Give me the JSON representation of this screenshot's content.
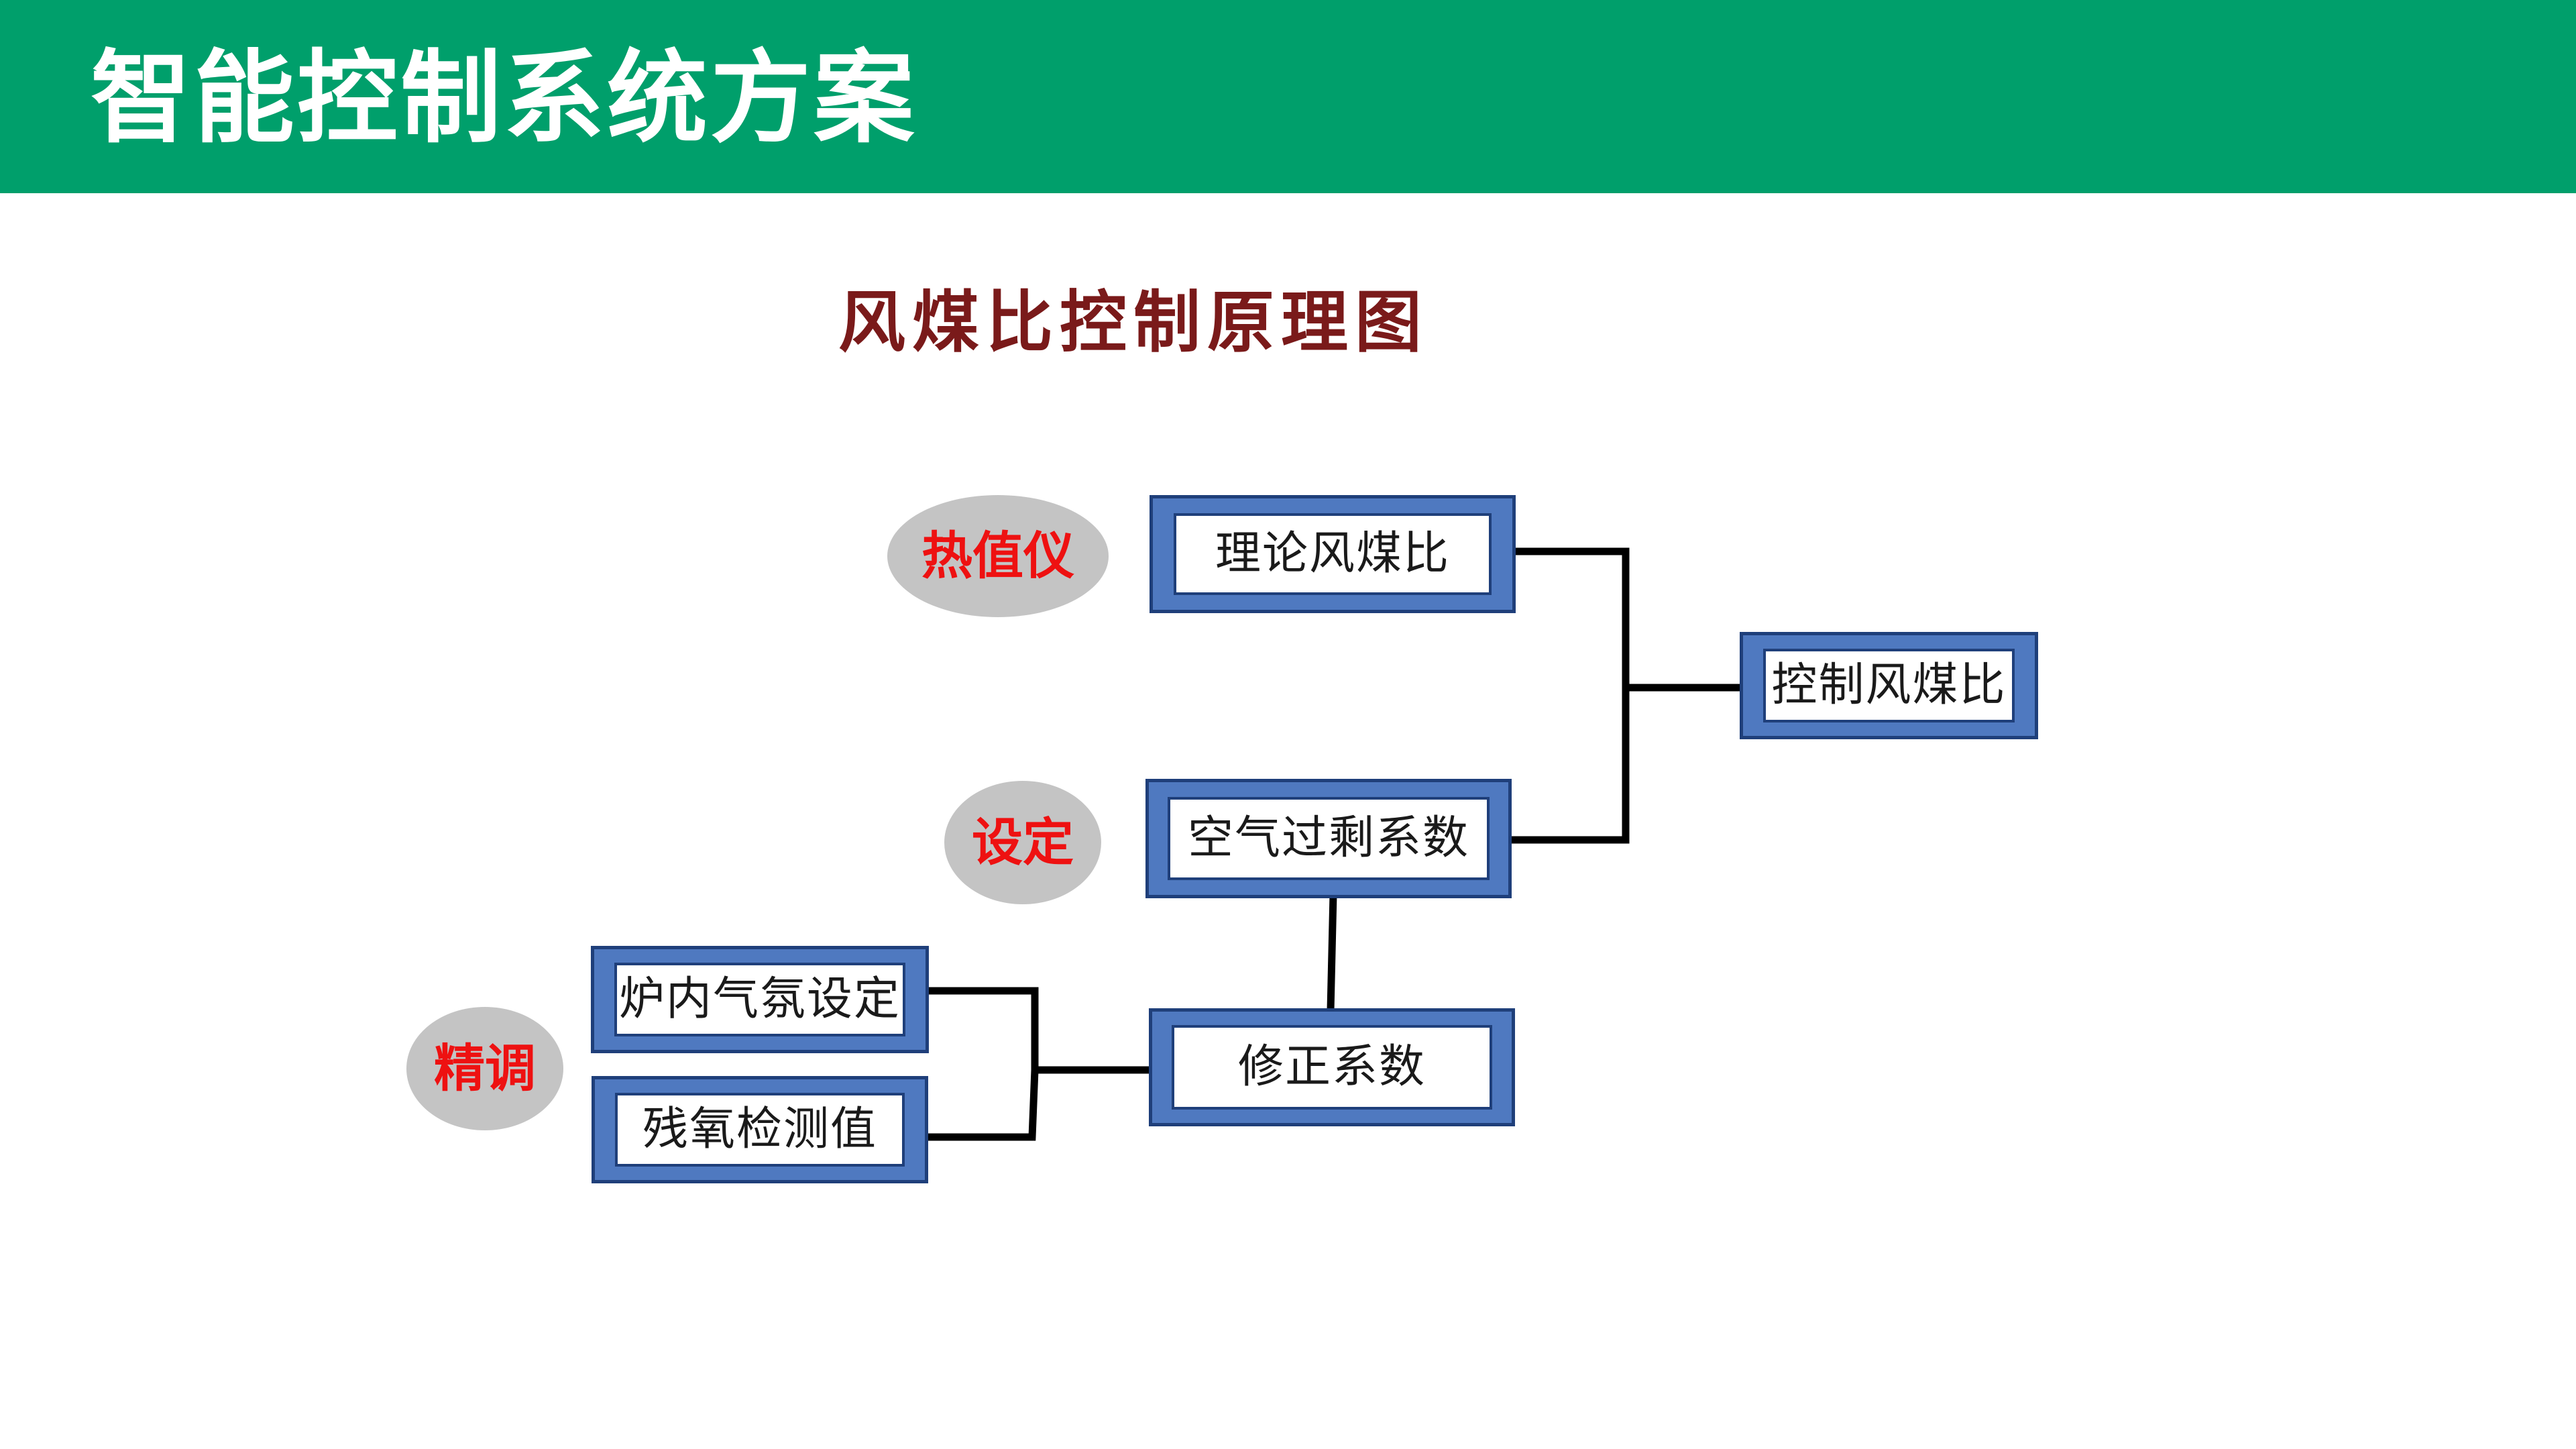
{
  "header": {
    "title": "智能控制系统方案"
  },
  "diagram": {
    "title": "风煤比控制原理图",
    "nodes": {
      "theory_ratio": "理论风煤比",
      "control_ratio": "控制风煤比",
      "excess_air": "空气过剩系数",
      "correction": "修正系数",
      "furnace_atmosphere": "炉内气氛设定",
      "residual_oxygen": "残氧检测值"
    },
    "ovals": {
      "calorimeter": "热值仪",
      "setting": "设定",
      "fine_tuning": "精调"
    }
  },
  "colors": {
    "header_bg": "#009f6b",
    "title_color": "#7a1a1a",
    "node_outer": "#4f79c0",
    "node_border": "#1f3f7a",
    "oval_bg": "#c4c4c4",
    "oval_text": "#ee1111",
    "connector": "#000000"
  }
}
